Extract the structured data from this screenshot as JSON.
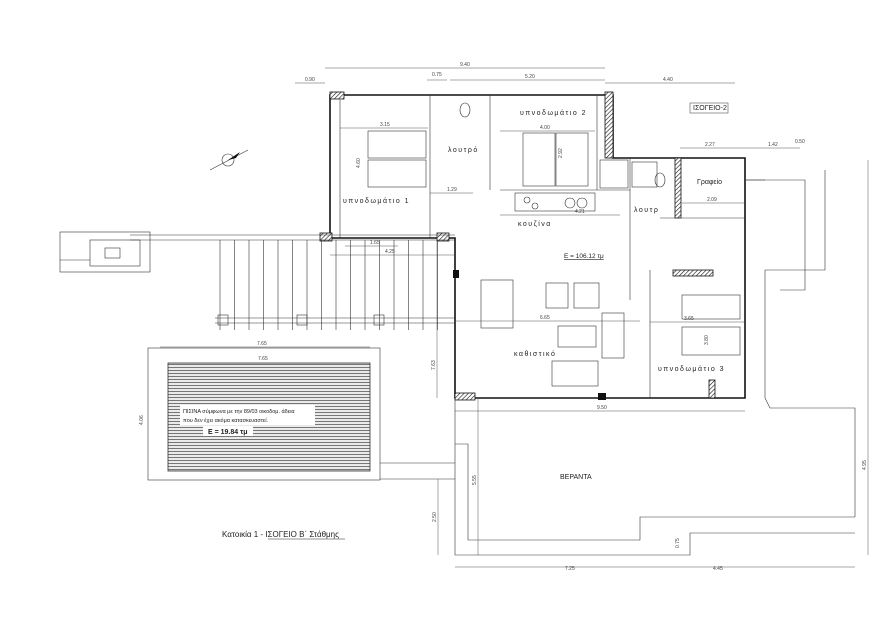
{
  "title": "Κατοικία 1 - ΙΣΟΓΕΙΟ Β΄ Στάθμης",
  "level_tag": "ΙΣΟΓΕΙΟ-2",
  "rooms": {
    "bedroom1": "υπνοδωμάτιο 1",
    "bedroom2": "υπνοδωμάτιο 2",
    "bedroom3": "υπνοδωμάτιο 3",
    "bath": "λουτρό",
    "bath2": "λουτρ",
    "kitchen": "κουζίνα",
    "office": "Γραφείο",
    "living": "καθιστικό",
    "veranda": "ΒΕΡΑΝΤΑ"
  },
  "area_main": "E = 106.12 τμ",
  "pool": {
    "note_line1": "ΠΙΣΙΝΑ σύμφωνα με την 89/03 οικοδομ. άδεια",
    "note_line2": "που δεν έχει ακόμα κατασκευαστεί.",
    "area": "E = 19.84 τμ"
  },
  "dimensions": {
    "top_total": "9.40",
    "top_left": "0.90",
    "top_small": "0.75",
    "top_mid": "5.20",
    "top_right": "4.40",
    "bed1_w": "3.15",
    "bed1_h": "4.60",
    "bath_w": "1.29",
    "bed2_w": "4.00",
    "bed2_h": "2.92",
    "kitchen_w": "4.21",
    "office_w1": "2.27",
    "office_w2": "1.42",
    "office_w3": "0.50",
    "office_in": "2.09",
    "living_w": "6.65",
    "bed3_w": "3.65",
    "bed3_h": "3.80",
    "bottom_house": "9.50",
    "left_block": "4.25",
    "left_sub": "1.65",
    "pergola_w": "7.65",
    "pool_w": "7.65",
    "pool_h": "4.06",
    "veranda_h": "5.55",
    "veranda_left": "2.50",
    "bottom_left": "7.25",
    "bottom_right": "4.45",
    "step": "0.75",
    "right_h": "4.95",
    "house_h": "7.63"
  }
}
